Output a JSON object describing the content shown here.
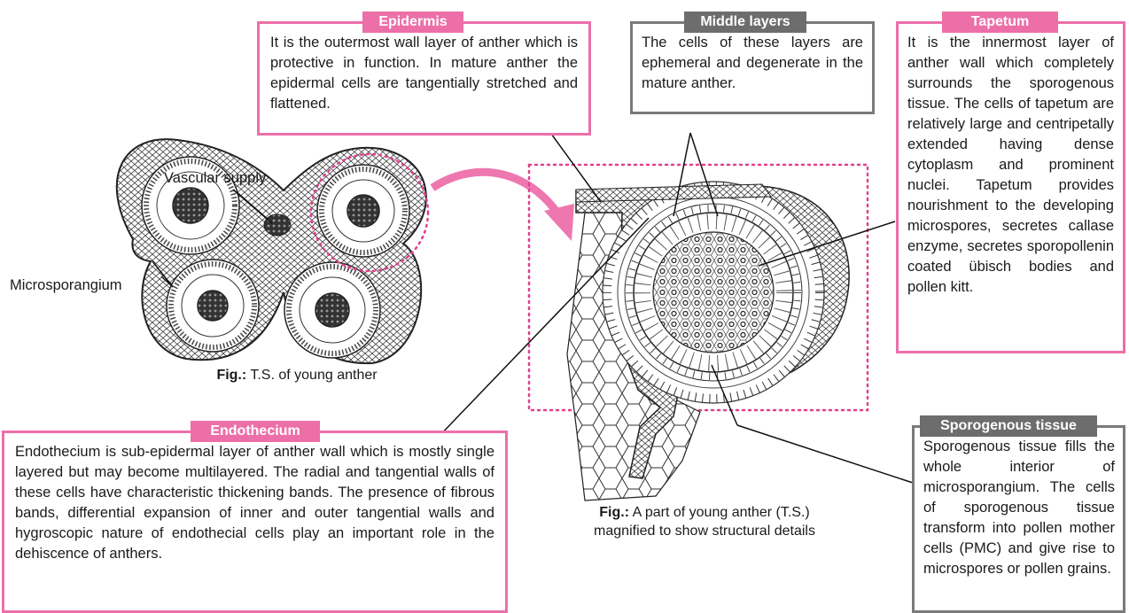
{
  "epidermis": {
    "title": "Epidermis",
    "text": "It is the outermost wall layer of anther which is protective in function. In mature anther the epidermal cells are tangentially stretched and flattened."
  },
  "middle_layers": {
    "title": "Middle layers",
    "text": "The cells of these layers are ephemeral and degenerate in the mature anther."
  },
  "tapetum": {
    "title": "Tapetum",
    "text": "It is the innermost layer of anther wall which completely surrounds the sporogenous tissue. The cells of tapetum are relatively large and centripetally extended having dense cytoplasm and prominent nuclei. Tapetum provides nourishment to the developing microspores, secretes callase enzyme, secretes sporopollenin coated übisch bodies and pollen kitt."
  },
  "endothecium": {
    "title": "Endothecium",
    "text": "Endothecium is sub-epidermal layer of anther wall which is mostly single layered but may become multilayered. The radial and tangential walls of these cells have characteristic thickening bands. The presence of fibrous bands, differential expansion of inner and outer tangential walls and hygroscopic nature of endothecial cells play an important role in the dehiscence of anthers."
  },
  "sporogenous_tissue": {
    "title": "Sporogenous tissue",
    "text": "Sporogenous tissue fills the whole interior of microsporangium. The cells of sporogenous tissue transform into pollen mother cells (PMC) and give rise to microspores or pollen grains."
  },
  "labels": {
    "vascular_supply": "Vascular supply",
    "microsporangium": "Microsporangium"
  },
  "figures": {
    "fig_prefix_1": "Fig.:",
    "caption_1": "T.S. of young anther",
    "fig_prefix_2": "Fig.:",
    "caption_2_line1": "A part of young anther (T.S.)",
    "caption_2_line2": "magnified to show structural details"
  },
  "colors": {
    "pink": "#ec6fa8",
    "gray": "#6d6d6d",
    "arrow": "#ee77b0"
  }
}
